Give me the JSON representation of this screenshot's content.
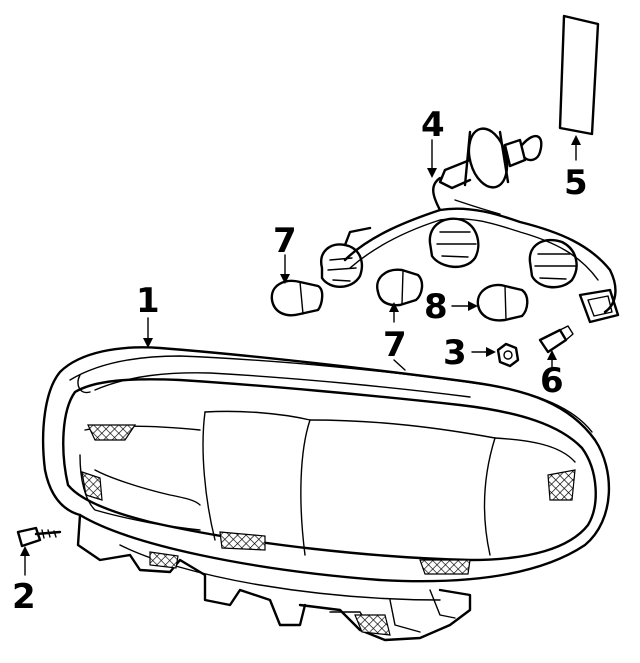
{
  "diagram": {
    "callouts": [
      {
        "id": "1",
        "label": "1"
      },
      {
        "id": "2",
        "label": "2"
      },
      {
        "id": "3",
        "label": "3"
      },
      {
        "id": "4",
        "label": "4"
      },
      {
        "id": "5",
        "label": "5"
      },
      {
        "id": "6",
        "label": "6"
      },
      {
        "id": "7a",
        "label": "7"
      },
      {
        "id": "7b",
        "label": "7"
      },
      {
        "id": "8",
        "label": "8"
      }
    ]
  }
}
